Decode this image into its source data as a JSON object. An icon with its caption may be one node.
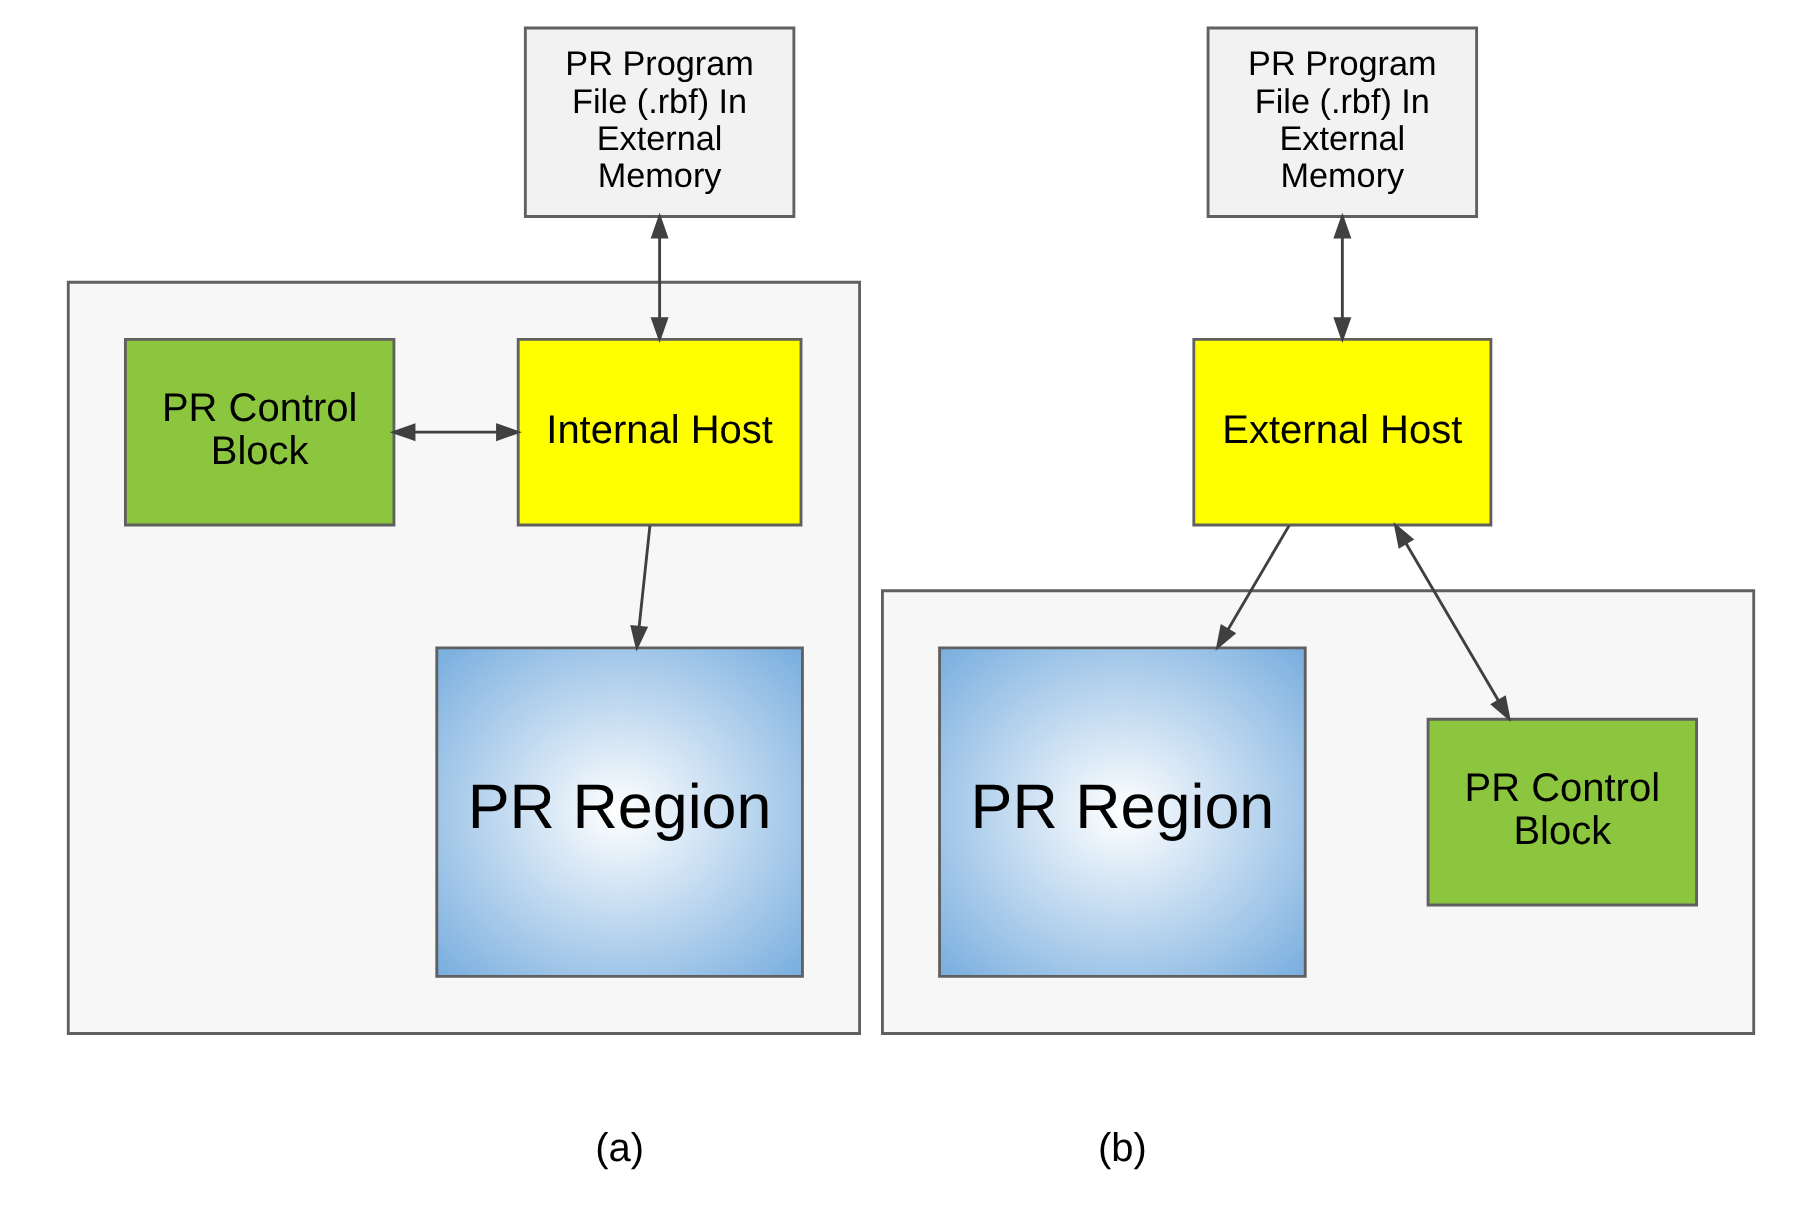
{
  "diagram": {
    "nodes": [
      {
        "text": [
          "PR Program File (.rbf) In External Memory"
        ]
      },
      {
        "text": [],
        "shape": "box"
      },
      {
        "text": [
          "PR Control Block"
        ],
        "in": 1
      },
      {
        "text": [
          "Internal Host"
        ],
        "in": 1
      },
      {
        "text": [
          "PR Region"
        ],
        "in": 1
      },
      {
        "text": [
          "PR Program File (.rbf) In External Memory"
        ]
      },
      {
        "text": [
          "External Host"
        ]
      },
      {
        "text": [],
        "shape": "box"
      },
      {
        "text": [
          "PR Control Block"
        ],
        "in": 7
      },
      {
        "text": [
          "PR Region"
        ],
        "in": 7
      }
    ],
    "edges": [
      {
        "from": 0,
        "to": 3,
        "arrow": "both"
      },
      {
        "from": 2,
        "to": 3,
        "arrow": "both"
      },
      {
        "from": 3,
        "to": 4,
        "arrow": "to"
      },
      {
        "from": 5,
        "to": 6,
        "arrow": "both"
      },
      {
        "from": 6,
        "to": 8,
        "arrow": "both"
      },
      {
        "from": 6,
        "to": 9,
        "arrow": "to"
      }
    ],
    "labels": [
      "(a)",
      "(b)"
    ]
  }
}
